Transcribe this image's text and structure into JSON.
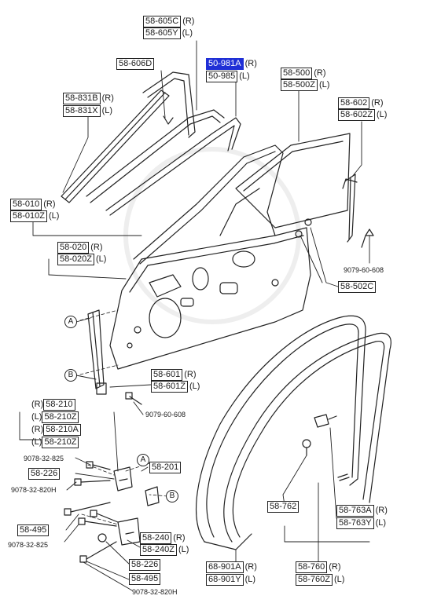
{
  "labels": {
    "l_58_605C": {
      "code": "58-605C",
      "side": "(R)"
    },
    "l_58_605Y": {
      "code": "58-605Y",
      "side": "(L)"
    },
    "l_58_606D": {
      "code": "58-606D"
    },
    "l_50_981A": {
      "code": "50-981A",
      "side": "(R)"
    },
    "l_50_985": {
      "code": "50-985",
      "side": "(L)"
    },
    "l_58_831B": {
      "code": "58-831B",
      "side": "(R)"
    },
    "l_58_831X": {
      "code": "58-831X",
      "side": "(L)"
    },
    "l_58_500": {
      "code": "58-500",
      "side": "(R)"
    },
    "l_58_500Z": {
      "code": "58-500Z",
      "side": "(L)"
    },
    "l_58_602": {
      "code": "58-602",
      "side": "(R)"
    },
    "l_58_602Z": {
      "code": "58-602Z",
      "side": "(L)"
    },
    "l_58_010": {
      "code": "58-010",
      "side": "(R)"
    },
    "l_58_010Z": {
      "code": "58-010Z",
      "side": "(L)"
    },
    "l_58_020": {
      "code": "58-020",
      "side": "(R)"
    },
    "l_58_020Z": {
      "code": "58-020Z",
      "side": "(L)"
    },
    "l_9079_top": {
      "code": "9079-60-608"
    },
    "l_58_502C": {
      "code": "58-502C"
    },
    "l_58_601": {
      "code": "58-601",
      "side": "(R)"
    },
    "l_58_601Z": {
      "code": "58-601Z",
      "side": "(L)"
    },
    "l_9079_mid": {
      "code": "9079-60-608"
    },
    "l_58_210": {
      "code": "58-210",
      "pre": "(R)"
    },
    "l_58_210Z": {
      "code": "58-210Z",
      "pre": "(L)"
    },
    "l_58_210A": {
      "code": "58-210A",
      "pre": "(R)"
    },
    "l_58_210Z2": {
      "code": "58-210Z",
      "pre": "(L)"
    },
    "l_9078_825a": {
      "code": "9078-32-825"
    },
    "l_58_226a": {
      "code": "58-226"
    },
    "l_58_201": {
      "code": "58-201"
    },
    "l_9078_820a": {
      "code": "9078-32-820H"
    },
    "l_58_495a": {
      "code": "58-495"
    },
    "l_9078_825b": {
      "code": "9078-32-825"
    },
    "l_58_240": {
      "code": "58-240",
      "side": "(R)"
    },
    "l_58_240Z": {
      "code": "58-240Z",
      "side": "(L)"
    },
    "l_58_226b": {
      "code": "58-226"
    },
    "l_58_495b": {
      "code": "58-495"
    },
    "l_9078_820b": {
      "code": "9078-32-820H"
    },
    "l_58_762": {
      "code": "58-762"
    },
    "l_58_763A": {
      "code": "58-763A",
      "side": "(R)"
    },
    "l_58_763Y": {
      "code": "58-763Y",
      "side": "(L)"
    },
    "l_68_901A": {
      "code": "68-901A",
      "side": "(R)"
    },
    "l_68_901Y": {
      "code": "68-901Y",
      "side": "(L)"
    },
    "l_58_760": {
      "code": "58-760",
      "side": "(R)"
    },
    "l_58_760Z": {
      "code": "58-760Z",
      "side": "(L)"
    }
  },
  "callouts": {
    "A1": "A",
    "B1": "B",
    "A2": "A",
    "B2": "B"
  },
  "colors": {
    "line": "#222222",
    "highlight": "#1f2fd6"
  }
}
